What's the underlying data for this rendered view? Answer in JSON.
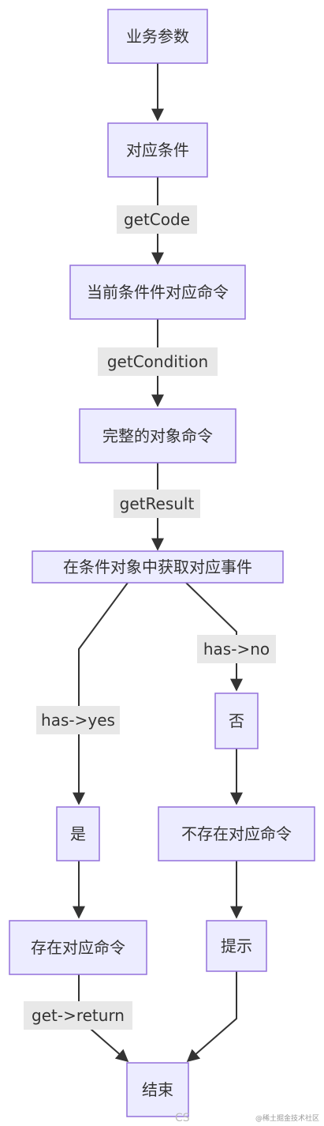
{
  "diagram": {
    "nodes": {
      "business_params": "业务参数",
      "matching_condition": "对应条件",
      "current_condition_command": "当前条件件对应命令",
      "complete_object_command": "完整的对象命令",
      "get_event_from_condition_object": "在条件对象中获取对应事件",
      "yes": "是",
      "no": "否",
      "command_exists": "存在对应命令",
      "command_not_exists": "不存在对应命令",
      "prompt": "提示",
      "end": "结束"
    },
    "edge_labels": {
      "get_code": "getCode",
      "get_condition": "getCondition",
      "get_result": "getResult",
      "has_yes": "has->yes",
      "has_no": "has->no",
      "get_return": "get->return"
    }
  },
  "watermark": {
    "site": "@稀土掘金技术社区",
    "partial": "CS"
  },
  "colors": {
    "node_fill": "#ececff",
    "node_stroke": "#9370db",
    "edge": "#333333",
    "edge_label_bg": "#e8e8e8"
  }
}
